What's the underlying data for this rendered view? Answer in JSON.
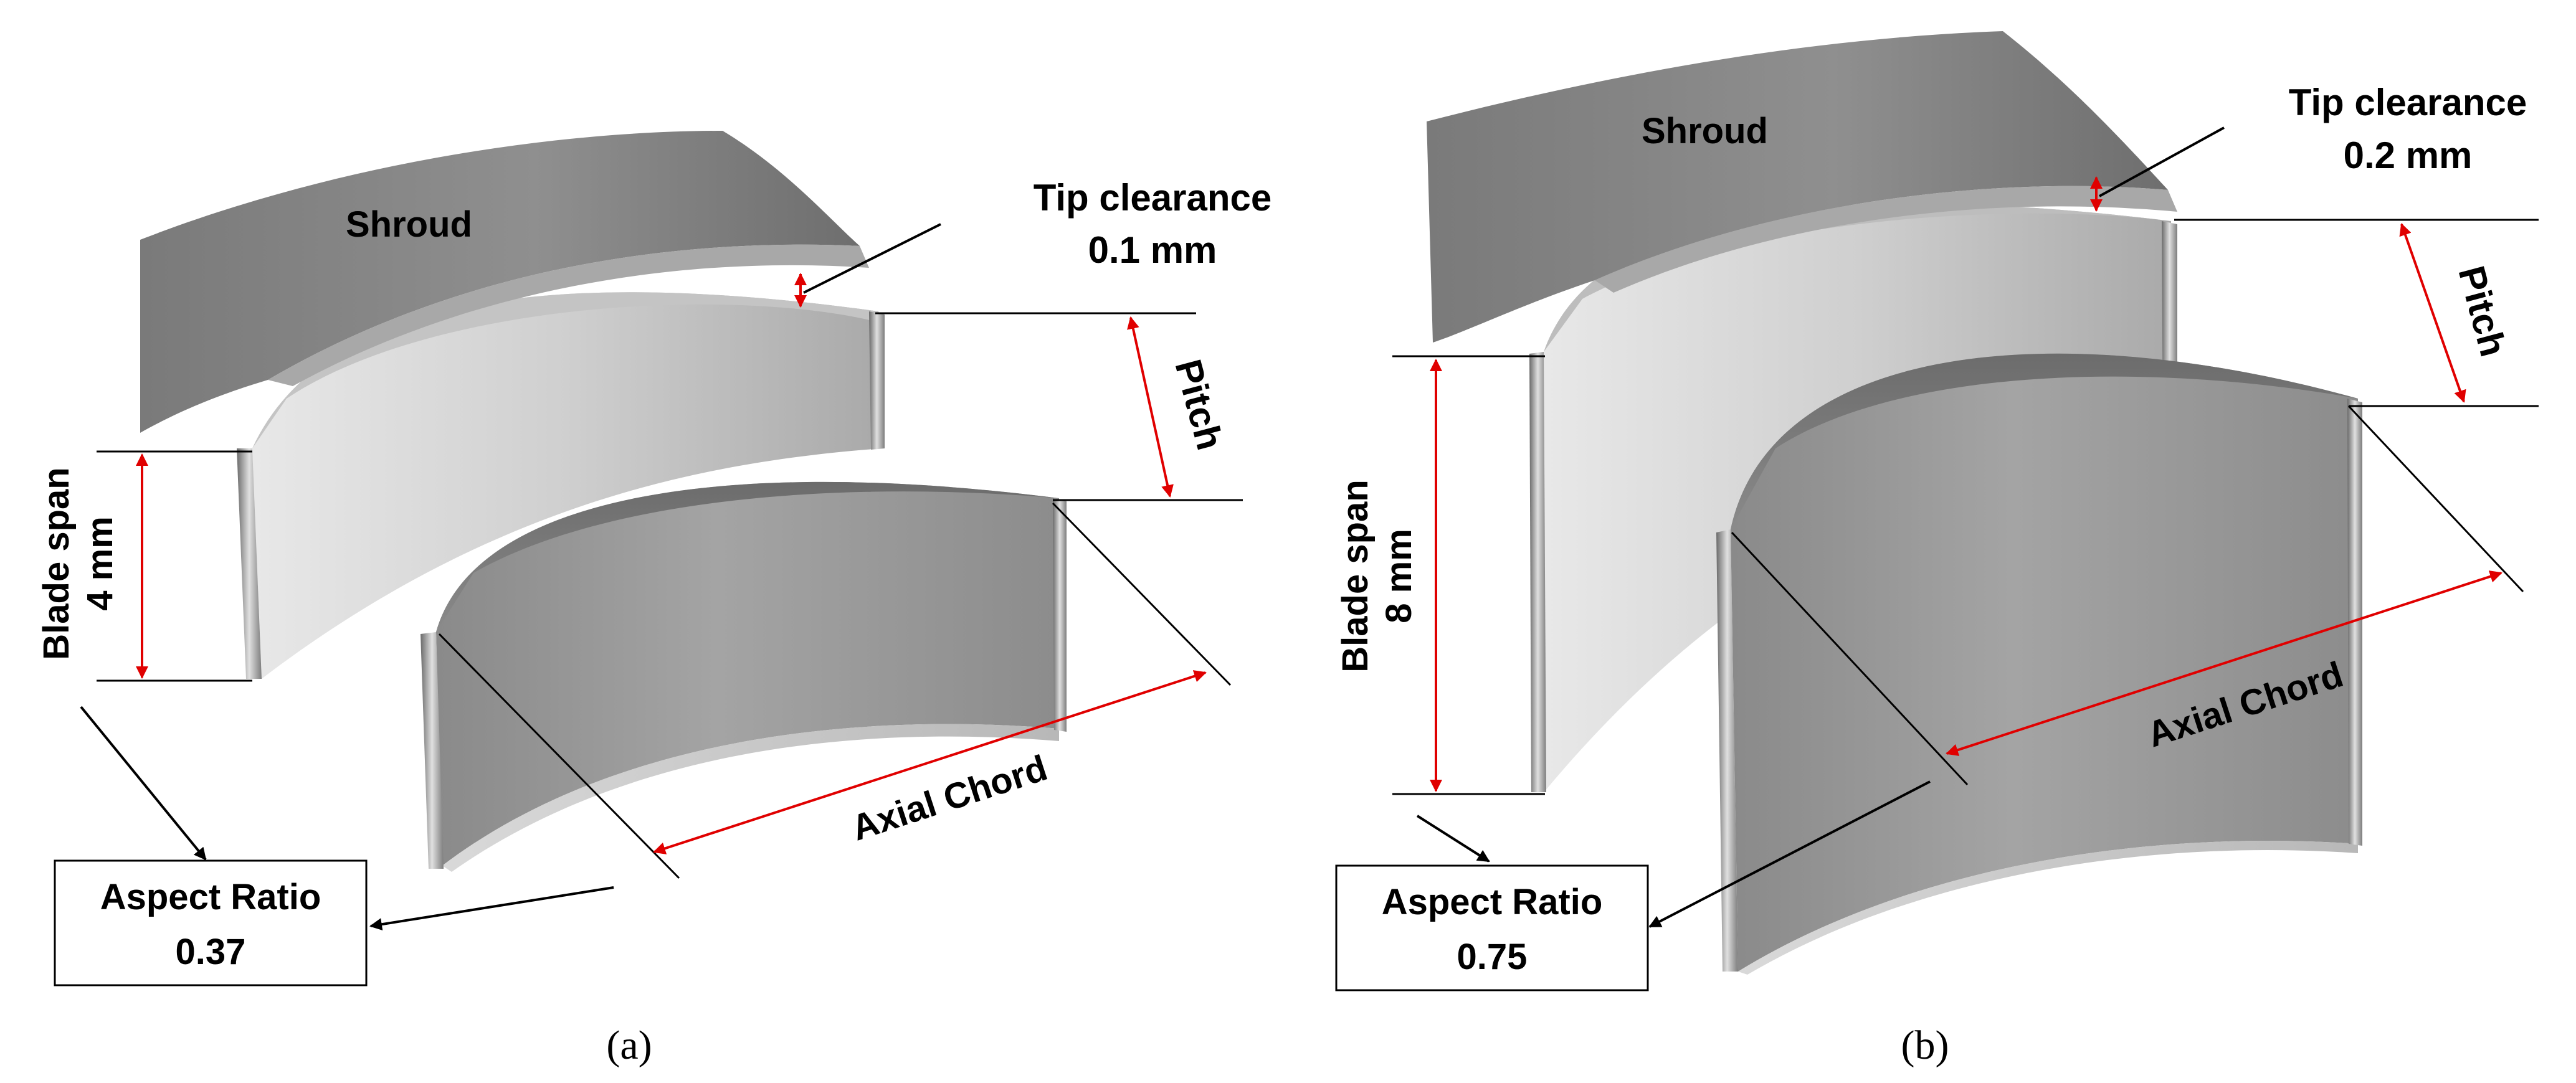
{
  "panels": [
    {
      "id": "a",
      "shroud_label": "Shroud",
      "tip_clearance_title": "Tip clearance",
      "tip_clearance_value": "0.1 mm",
      "pitch_label": "Pitch",
      "blade_span_title": "Blade span",
      "blade_span_value": "4 mm",
      "axial_chord_label": "Axial Chord",
      "aspect_ratio_title": "Aspect Ratio",
      "aspect_ratio_value": "0.37",
      "caption": "(a)"
    },
    {
      "id": "b",
      "shroud_label": "Shroud",
      "tip_clearance_title": "Tip clearance",
      "tip_clearance_value": "0.2 mm",
      "pitch_label": "Pitch",
      "blade_span_title": "Blade span",
      "blade_span_value": "8 mm",
      "axial_chord_label": "Axial Chord",
      "aspect_ratio_title": "Aspect Ratio",
      "aspect_ratio_value": "0.75",
      "caption": "(b)"
    }
  ],
  "colors": {
    "dimension_arrow": "#e00000",
    "leader_line": "#000000",
    "surface_light": "#d2d2d2",
    "surface_dark": "#7a7a7a"
  }
}
